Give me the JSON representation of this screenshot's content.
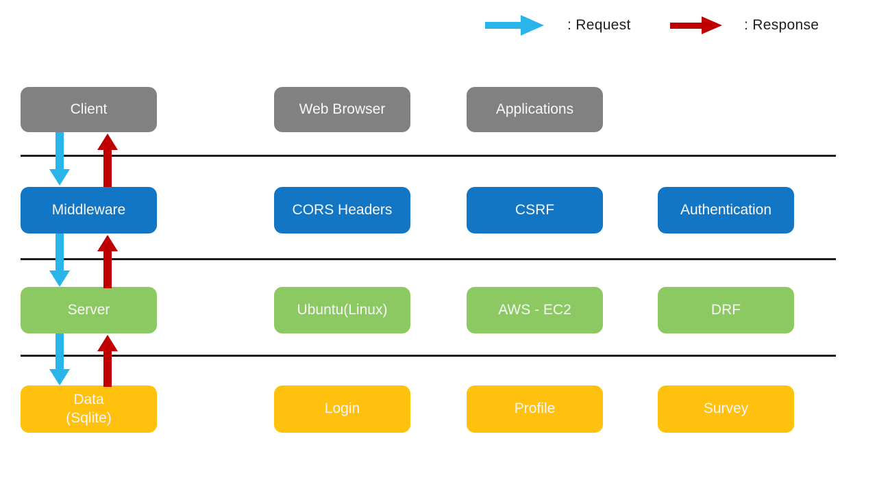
{
  "legend": {
    "request": {
      "label": ": Request",
      "color": "#29b5ea"
    },
    "response": {
      "label": ": Response",
      "color": "#c00000"
    }
  },
  "separator_color": "#1c1c1c",
  "box_text_color": "#ffffff",
  "layers": [
    {
      "id": "client",
      "color": "#818181",
      "boxes": [
        "Client",
        "Web Browser",
        "Applications"
      ]
    },
    {
      "id": "middleware",
      "color": "#1276c4",
      "boxes": [
        "Middleware",
        "CORS Headers",
        "CSRF",
        "Authentication"
      ]
    },
    {
      "id": "server",
      "color": "#8dc963",
      "boxes": [
        "Server",
        "Ubuntu(Linux)",
        "AWS - EC2",
        "DRF"
      ]
    },
    {
      "id": "data",
      "color": "#ffc00e",
      "boxes": [
        "Data\n(Sqlite)",
        "Login",
        "Profile",
        "Survey"
      ]
    }
  ]
}
